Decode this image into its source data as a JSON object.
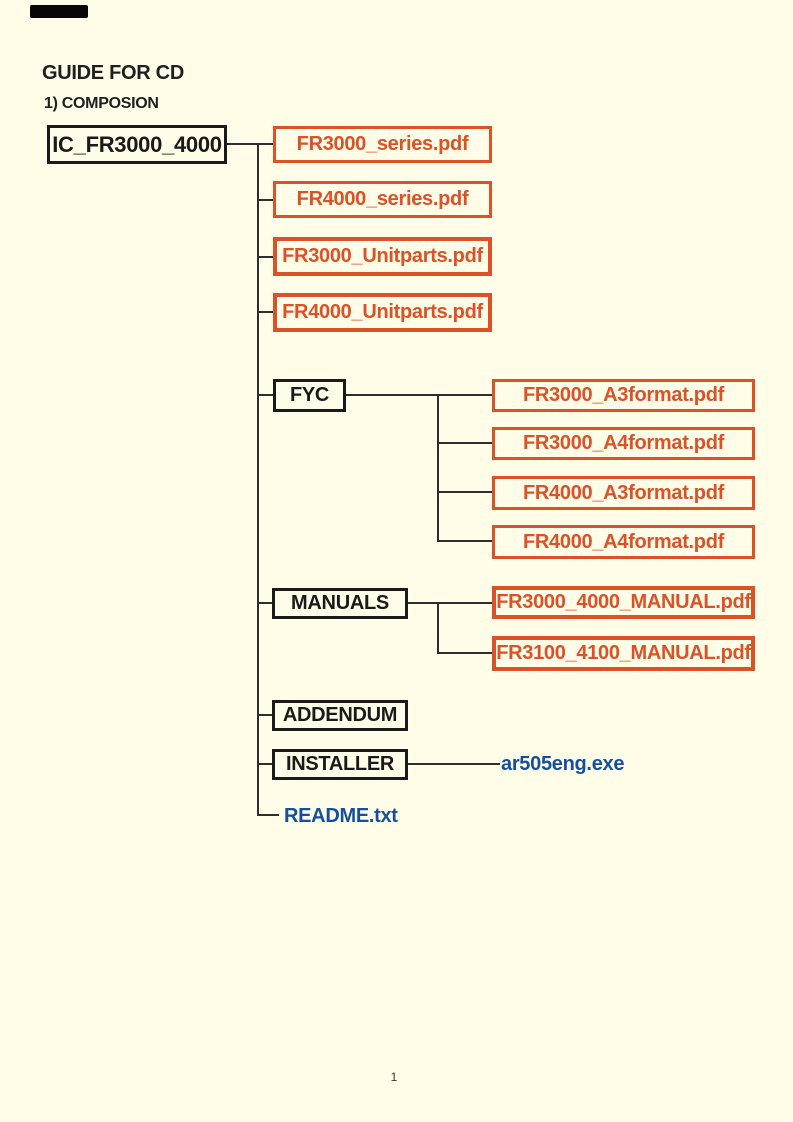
{
  "page": {
    "title": "GUIDE FOR CD",
    "section_heading": "1) COMPOSION",
    "page_number": "1"
  },
  "tree": {
    "root_label": "IC_FR3000_4000",
    "level1_files": [
      "FR3000_series.pdf",
      "FR4000_series.pdf",
      "FR3000_Unitparts.pdf",
      "FR4000_Unitparts.pdf"
    ],
    "fyc": {
      "label": "FYC",
      "files": [
        "FR3000_A3format.pdf",
        "FR3000_A4format.pdf",
        "FR4000_A3format.pdf",
        "FR4000_A4format.pdf"
      ]
    },
    "manuals": {
      "label": "MANUALS",
      "files": [
        "FR3000_4000_MANUAL.pdf",
        "FR3100_4100_MANUAL.pdf"
      ]
    },
    "addendum": {
      "label": "ADDENDUM"
    },
    "installer": {
      "label": "INSTALLER",
      "file": "ar505eng.exe"
    },
    "readme": "README.txt"
  },
  "colors": {
    "background": "#FFFCE7",
    "accent_orange": "#DC5126",
    "box_black": "#1A1A1A",
    "link_blue": "#154F9D",
    "line": "#2E2E2E"
  }
}
